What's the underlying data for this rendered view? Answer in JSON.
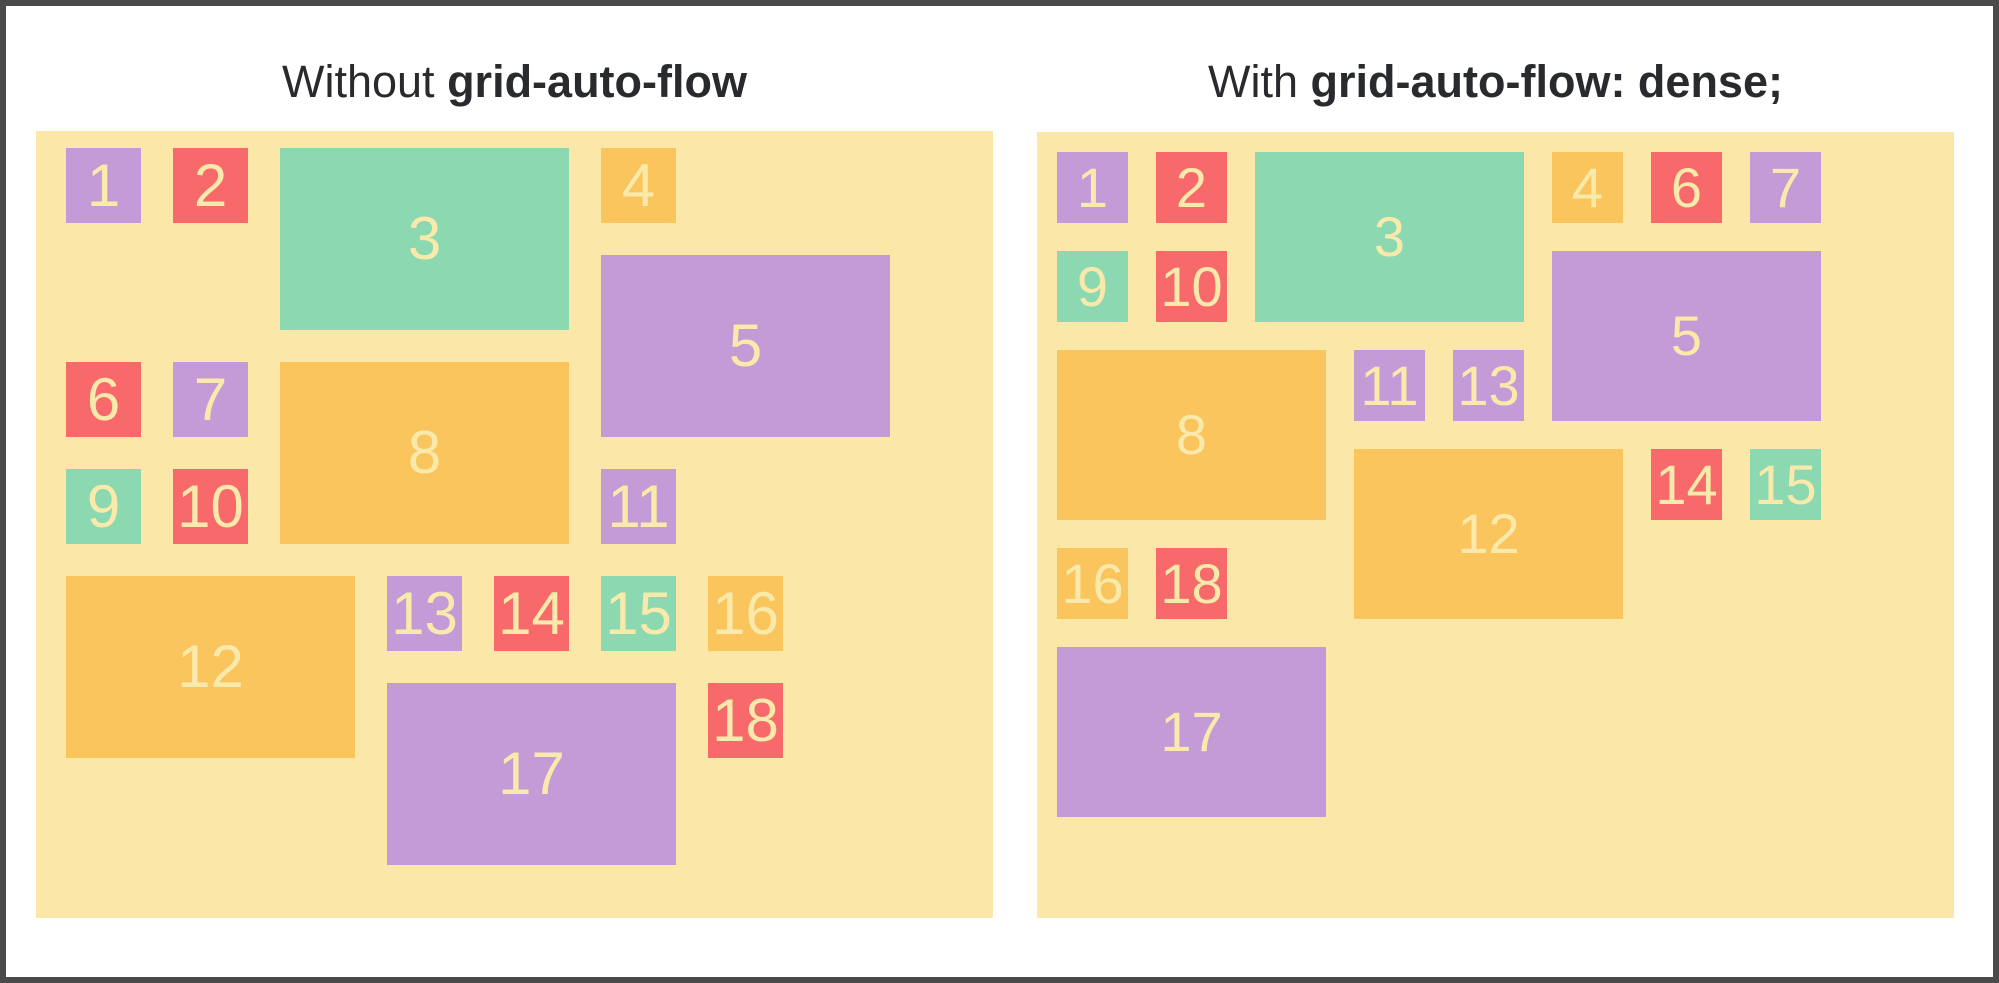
{
  "titles": {
    "left": {
      "normal": "Without ",
      "code": "grid-auto-flow"
    },
    "right": {
      "normal": "With ",
      "code": "grid-auto-flow: dense;"
    }
  },
  "panels": {
    "left": {
      "grid_auto_flow": "row"
    },
    "right": {
      "grid_auto_flow": "row dense"
    }
  },
  "items": [
    {
      "n": "1",
      "color": "purple",
      "span": "1x1"
    },
    {
      "n": "2",
      "color": "red",
      "span": "1x1"
    },
    {
      "n": "3",
      "color": "green",
      "span": "3x2"
    },
    {
      "n": "4",
      "color": "orange",
      "span": "1x1"
    },
    {
      "n": "5",
      "color": "purple",
      "span": "3x2"
    },
    {
      "n": "6",
      "color": "red",
      "span": "1x1"
    },
    {
      "n": "7",
      "color": "purple",
      "span": "1x1"
    },
    {
      "n": "8",
      "color": "orange",
      "span": "3x2"
    },
    {
      "n": "9",
      "color": "green",
      "span": "1x1"
    },
    {
      "n": "10",
      "color": "red",
      "span": "1x1"
    },
    {
      "n": "11",
      "color": "purple",
      "span": "1x1"
    },
    {
      "n": "12",
      "color": "orange",
      "span": "3x2"
    },
    {
      "n": "13",
      "color": "purple",
      "span": "1x1"
    },
    {
      "n": "14",
      "color": "red",
      "span": "1x1"
    },
    {
      "n": "15",
      "color": "green",
      "span": "1x1"
    },
    {
      "n": "16",
      "color": "orange",
      "span": "1x1"
    },
    {
      "n": "17",
      "color": "purple",
      "span": "3x2"
    },
    {
      "n": "18",
      "color": "red",
      "span": "1x1"
    }
  ],
  "colors": {
    "page_bg": "#FFFFFF",
    "frame": "#4A4A4A",
    "panel_bg": "#FBE8A8",
    "digit": "#F9EAAB",
    "purple": "#C49BD6",
    "red": "#F8696B",
    "green": "#8BD8B1",
    "orange": "#FBC55E",
    "title": "#282A2D"
  }
}
